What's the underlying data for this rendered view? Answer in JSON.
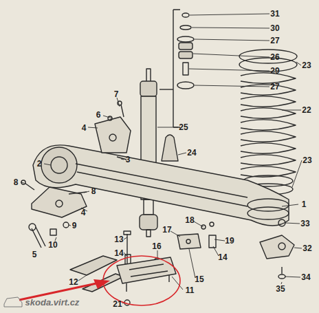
{
  "diagram": {
    "labels": [
      "31",
      "30",
      "27",
      "26",
      "29",
      "27",
      "23",
      "22",
      "23",
      "25",
      "24",
      "7",
      "6",
      "4",
      "3",
      "2",
      "1",
      "8",
      "8",
      "4",
      "9",
      "10",
      "5",
      "33",
      "32",
      "34",
      "35",
      "13",
      "14",
      "16",
      "17",
      "18",
      "19",
      "15",
      "14",
      "12",
      "11",
      "21",
      "skoda.virt.cz"
    ]
  }
}
